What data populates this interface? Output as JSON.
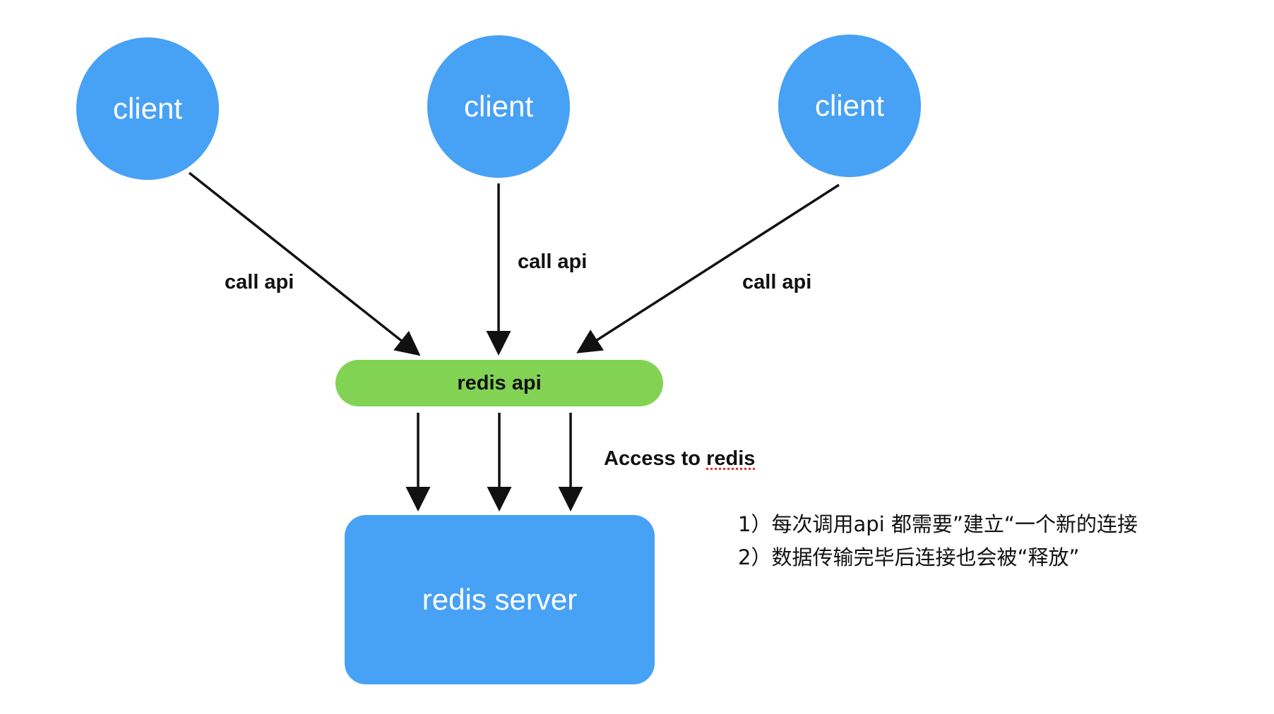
{
  "clients": [
    {
      "label": "client"
    },
    {
      "label": "client"
    },
    {
      "label": "client"
    }
  ],
  "call_labels": [
    "call api",
    "call api",
    "call api"
  ],
  "api": {
    "label": "redis api"
  },
  "access": {
    "prefix": "Access to ",
    "word": "redis"
  },
  "server": {
    "label": "redis server"
  },
  "notes": [
    "1）每次调用api 都需要”建立“一个新的连接",
    "2）数据传输完毕后连接也会被“释放”"
  ],
  "colors": {
    "node_blue": "#47a1f5",
    "api_green": "#82d354",
    "arrow": "#111111",
    "spellcheck_red": "#e03030"
  }
}
